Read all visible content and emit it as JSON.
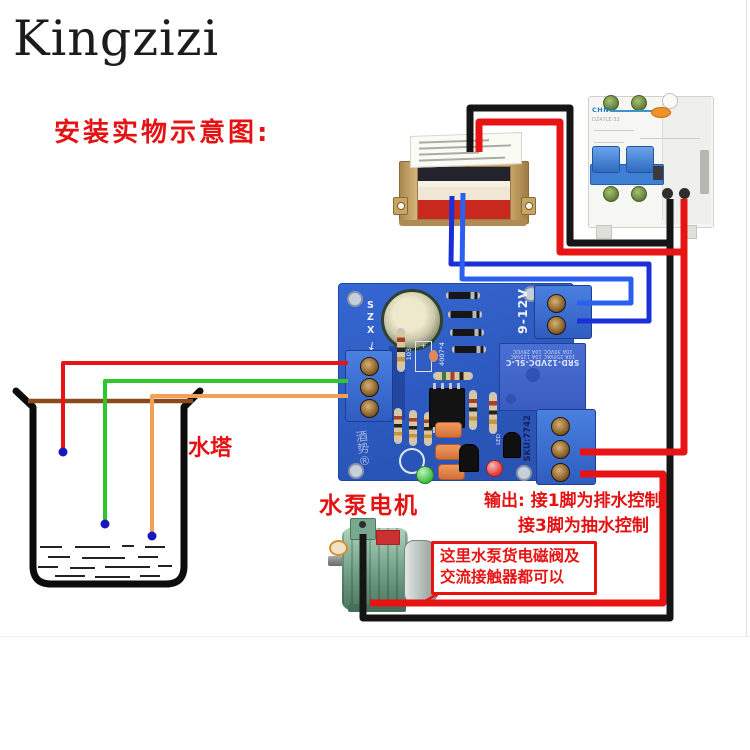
{
  "brand": {
    "logo_text": "Kingzizi"
  },
  "heading": {
    "title": "安装实物示意图:"
  },
  "water_tower": {
    "label": "水塔"
  },
  "motor": {
    "label": "水泵电机"
  },
  "output_note": {
    "line1": "输出: 接1脚为排水控制",
    "line2": "接3脚为抽水控制"
  },
  "callout": {
    "line1": "这里水泵货电磁阀及",
    "line2": "交流接触器都可以"
  },
  "breaker": {
    "brand": "CHNT",
    "model": "DZ47LE-32"
  },
  "pcb": {
    "input_voltage": "9-12V",
    "sku": "SKU:7742",
    "relay": {
      "model": "SRD-12VDC-SL-C",
      "rating1": "10A 250VAC  10A 125VAC",
      "rating2": "10A 30VDC  10A 28VDC"
    },
    "probe_marks": "S Z X",
    "probe_arrow": "↓",
    "diode_mark": "4007*4",
    "cap_mark": "103",
    "cap_plus": "+",
    "led_mark": "LED",
    "watermark": "酒势®"
  },
  "colors": {
    "red_wire": "#e81414",
    "black_wire": "#151515",
    "blue_wire_dark": "#1a2fd8",
    "blue_wire_light": "#2a5ff0",
    "green_wire": "#2cc82c",
    "orange_wire": "#f2a055",
    "brown_bar": "#8a4a1c",
    "probe_dot": "#1818c0",
    "beaker_ink": "#0c0c0c"
  }
}
